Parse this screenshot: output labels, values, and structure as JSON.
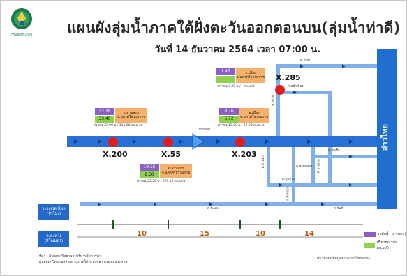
{
  "header": {
    "title": "แผนผังลุ่มน้ำภาคใต้ฝั่งตะวันออกตอนบน(ลุ่มน้ำท่าดี)",
    "subtitle": "วันที่ 14 ธันวาคม 2564 เวลา 07:00 น.",
    "logo_text": "กรมชลประทาน"
  },
  "gulf_label": "อ่าวไทย",
  "stations": [
    {
      "code": "X.200",
      "level": "32.18",
      "level_bg": "#8b5fc4",
      "flow": "33.40",
      "flow_bg": "#8fd14f",
      "name": "อ.ลานสกา จ.นครศรีธรรมราช",
      "capacity": "ความจุ 33.90 ม./ 110.00 ลบ.ม./ว"
    },
    {
      "code": "X.55",
      "level": "19.15",
      "level_bg": "#8b5fc4",
      "flow": "8.50",
      "flow_bg": "#8fd14f",
      "name": "อ.ลานสกา จ.นครศรีธรรมราช",
      "capacity": "ความจุ 22.25 ม./ 269.50 ลบ.ม./ว"
    },
    {
      "code": "X.203",
      "level": "8.76",
      "level_bg": "#8b5fc4",
      "flow": "5.72",
      "flow_bg": "#8fd14f",
      "name": "อ.เมือง จ.นครศรีธรรมราช",
      "capacity": "ความจุ 10.80 ม./ 52.00 ลบ.ม./ว"
    },
    {
      "code": "X.285",
      "level": "1.43",
      "level_bg": "#8b5fc4",
      "flow": "-",
      "flow_bg": "#8fd14f",
      "name": "อ.เมือง จ.นครศรีธรรมราช",
      "capacity": "ความจุ 3.20 ม./ - ลบ.ม./ว"
    }
  ],
  "labels": {
    "weir": "ฝายท่าดี",
    "canal_top": "ค.ท่าซัก",
    "canal_mid1": "ค.หน้าเมือง",
    "canal_mid2": "ค.ท่าวัง",
    "canal_right1": "ค.ท่าเรือ",
    "canal_right2": "ค.ปากพยา",
    "canal_low1": "ค.ท่านคร",
    "canal_low2": "ค.สวนหลวง",
    "canal_low3": "ค.บางจาก",
    "canal_low4": "ค.ท่าพญา",
    "canal_low5": "ค.คูขวาง",
    "canal_bottom1": "ค.ระแวะ",
    "canal_bottom2": "ค.จันดี",
    "canal_bottom3": "ค.ปากพยา"
  },
  "travel": {
    "row1_label": "ระยะเวลาไหล (ชั่วโมง)",
    "row2_label": "ระยะทาง (กิโลเมตร)",
    "segments": [
      "10",
      "15",
      "10",
      "14"
    ]
  },
  "legend": {
    "level": "ระดับน้ำ ม. (รทก.)",
    "flow": "ปริมาณน้ำท่า ลบ.ม./วิ"
  },
  "footer": {
    "source1": "ที่มา : ฝ่ายอุทกวิทยาและบริหารจัดการน้ำ",
    "source2": "ศูนย์อุทกวิทยาชลประทานภาคใต้ จ.สงขลา กรมชลประทาน",
    "note": "หมายเหตุ ข้อมูลจากระบบโทรมาตร"
  },
  "colors": {
    "river": "#2a6fd3",
    "canal": "#7fb0ea",
    "station": "#e41b1b",
    "name_box": "#f6b26b",
    "gulf": "#1f6fd1"
  }
}
